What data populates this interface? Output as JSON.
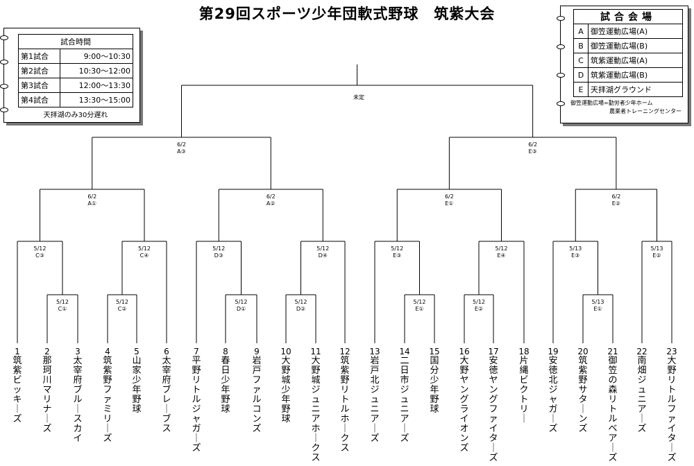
{
  "title": "第29回スポーツ少年団軟式野球　筑紫大会",
  "times": {
    "header": "試合時間",
    "rows": [
      {
        "label": "第1試合",
        "time": "9:00～10:30"
      },
      {
        "label": "第2試合",
        "time": "10:30～12:00"
      },
      {
        "label": "第3試合",
        "time": "12:00～13:30"
      },
      {
        "label": "第4試合",
        "time": "13:30～15:00"
      }
    ],
    "note": "天拝湖のみ30分遅れ"
  },
  "venues": {
    "header": "試合会場",
    "rows": [
      {
        "code": "A",
        "name": "御笠運動広場(A)"
      },
      {
        "code": "B",
        "name": "御笠運動広場(B)"
      },
      {
        "code": "C",
        "name": "筑紫運動広場(A)"
      },
      {
        "code": "D",
        "name": "筑紫運動広場(B)"
      },
      {
        "code": "E",
        "name": "天拝湖グラウンド"
      }
    ],
    "note1": "御笠運動広場=勤労者少年ホーム",
    "note2": "農業者トレーニングセンター"
  },
  "final_label": "未定",
  "matches": [
    {
      "date": "6/2",
      "venue": "A③"
    },
    {
      "date": "6/2",
      "venue": "E③"
    },
    {
      "date": "6/2",
      "venue": "A①"
    },
    {
      "date": "6/2",
      "venue": "A②"
    },
    {
      "date": "6/2",
      "venue": "E①"
    },
    {
      "date": "6/2",
      "venue": "E②"
    },
    {
      "date": "5/12",
      "venue": "C③"
    },
    {
      "date": "5/12",
      "venue": "C④"
    },
    {
      "date": "5/12",
      "venue": "D③"
    },
    {
      "date": "5/12",
      "venue": "D④"
    },
    {
      "date": "5/12",
      "venue": "E③"
    },
    {
      "date": "5/12",
      "venue": "E④"
    },
    {
      "date": "5/13",
      "venue": "E③"
    },
    {
      "date": "5/13",
      "venue": "E②"
    },
    {
      "date": "5/12",
      "venue": "C①"
    },
    {
      "date": "5/12",
      "venue": "C②"
    },
    {
      "date": "5/12",
      "venue": "D①"
    },
    {
      "date": "5/12",
      "venue": "D②"
    },
    {
      "date": "5/12",
      "venue": "E①"
    },
    {
      "date": "5/12",
      "venue": "E②"
    },
    {
      "date": "5/13",
      "venue": "E①"
    }
  ],
  "teams": [
    "筑紫ビッキーズ",
    "那珂川マリナーズ",
    "太宰府ブルースカイ",
    "筑紫野ファミリーズ",
    "山家少年野球",
    "太宰府ブレーブス",
    "平野リトルジャガーズ",
    "春日少年野球",
    "岩戸ファルコンズ",
    "大野城少年野球",
    "大野城ジュニアホークス",
    "筑紫野リトルホークス",
    "岩戸北ジュニアーズ",
    "二日市ジュニアーズ",
    "国分少年野球",
    "大野ヤングライオンズ",
    "安徳ヤングファイターズ",
    "片縄ビクトリー",
    "安徳北ジャガーズ",
    "筑紫野サターンズ",
    "御笠の森リトルベアーズ",
    "南畑ジュニアーズ",
    "大野リトルファイターズ"
  ]
}
